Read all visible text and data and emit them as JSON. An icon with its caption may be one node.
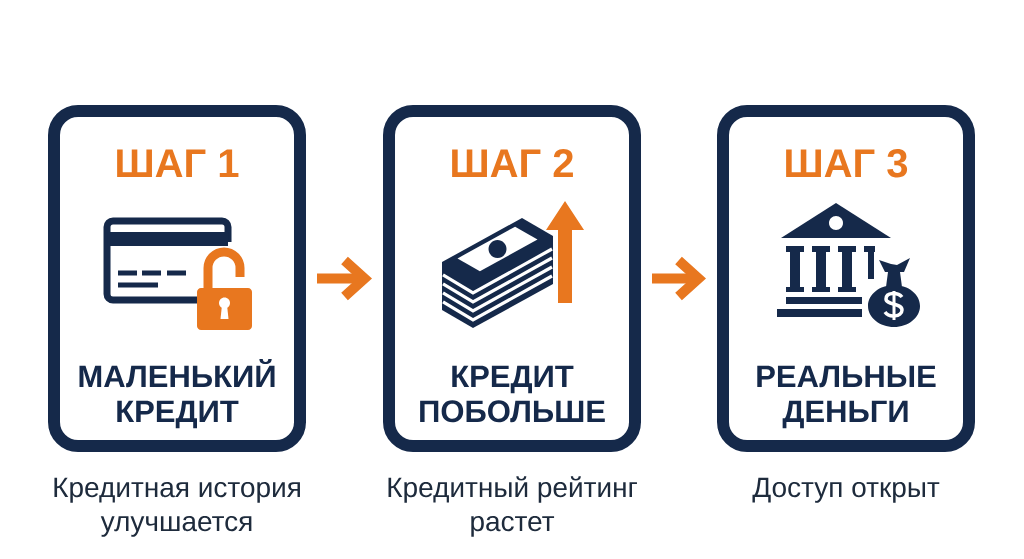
{
  "diagram": {
    "nodes": [
      {
        "text": [
          "ШАГ 1",
          "МАЛЕНЬКИЙ КРЕДИТ"
        ],
        "beside": [
          "Кредитная история улучшается"
        ]
      },
      {
        "text": [
          "ШАГ 2",
          "КРЕДИТ ПОБОЛЬШЕ"
        ],
        "beside": [
          "Кредитный рейтинг растет"
        ]
      },
      {
        "text": [
          "ШАГ 3",
          "РЕАЛЬНЫЕ ДЕНЬГИ"
        ],
        "beside": [
          "Доступ открыт"
        ]
      }
    ],
    "edges": [
      {
        "from": 0,
        "to": 1,
        "arrow": "to"
      },
      {
        "from": 1,
        "to": 2,
        "arrow": "to"
      }
    ]
  }
}
